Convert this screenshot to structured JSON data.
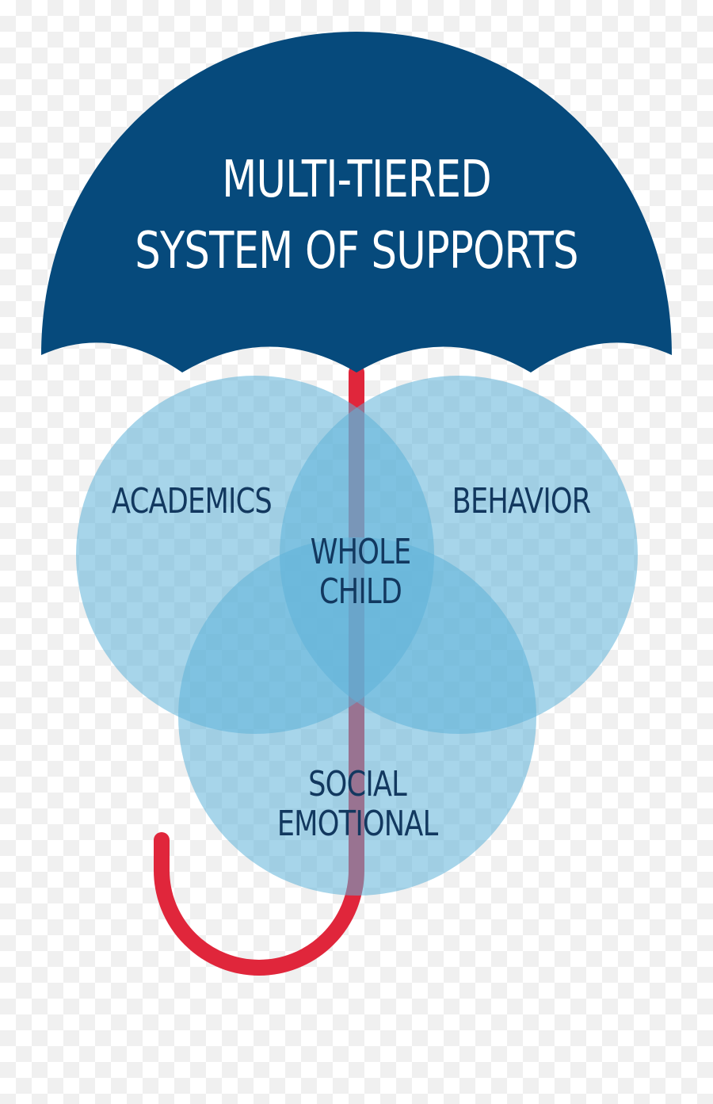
{
  "title": {
    "line1": "MULTI-TIERED",
    "line2": "SYSTEM OF SUPPORTS"
  },
  "circles": {
    "academics": "ACADEMICS",
    "behavior": "BEHAVIOR",
    "social_line1": "SOCIAL",
    "social_line2": "EMOTIONAL"
  },
  "center": {
    "line1": "WHOLE",
    "line2": "CHILD"
  },
  "colors": {
    "canopy": "#064a7c",
    "handle": "#e0263b",
    "circle_fill": "#5fb3d9",
    "label_text": "#12385f",
    "title_text": "#ffffff"
  }
}
